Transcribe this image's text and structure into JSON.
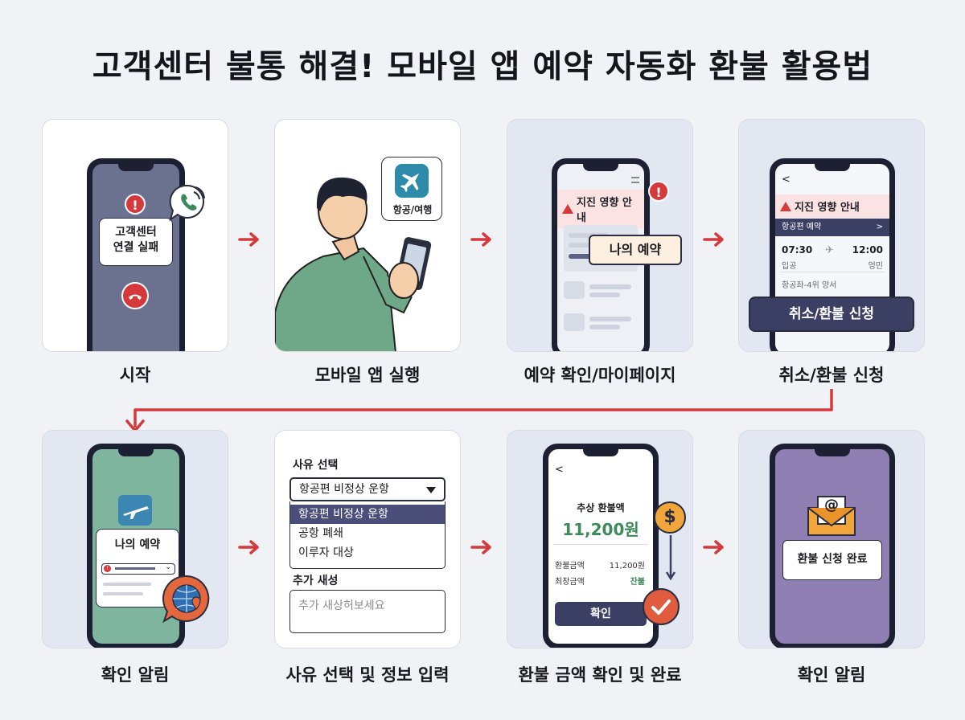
{
  "title": "고객센터 불통 해결! 모바일 앱 예약 자동화 환불 활용법",
  "steps": {
    "s1": {
      "caption": "시작",
      "bubble": "고객센터\n연결 실패",
      "alert": "!"
    },
    "s2": {
      "caption": "모바일 앱 실행",
      "app_label": "항공/여행"
    },
    "s3": {
      "caption": "예약 확인/마이페이지",
      "warn": "지진 영향 안내",
      "popup": "나의 예약",
      "alert": "!"
    },
    "s4": {
      "caption": "취소/환불 신청",
      "back": "<",
      "warn": "지진 영향 안내",
      "flight_label": "항공편 예약",
      "chevron": ">",
      "dep_time": "07:30",
      "arr_time": "12:00",
      "dep_place": "입공",
      "arr_place": "엉민",
      "seat_info": "항공좌-4위 양서",
      "button": "취소/환불 신청"
    },
    "s5": {
      "caption": "확인 알림",
      "card_title": "나의 예약",
      "alert": "!"
    },
    "s6": {
      "caption": "사유 선택 및 정보 입력",
      "reason_label": "사유 선택",
      "selected": "항공편 비정상 운항",
      "options": [
        "항공편 비정상 운항",
        "공항 폐쇄",
        "이루자 대상"
      ],
      "extra_label": "추가 새성",
      "extra_placeholder": "추가 새상허보세요"
    },
    "s7": {
      "caption": "환불 금액 확인 및 완료",
      "back": "<",
      "est_label": "추상 환불액",
      "amount": "11,200원",
      "row1_label": "환불금액",
      "row1_value": "11,200원",
      "row2_label": "최창금액",
      "row2_value": "잔불",
      "button": "확인",
      "coin": "$"
    },
    "s8": {
      "caption": "확인 알림",
      "done": "환불 신청 완료",
      "at": "@"
    }
  },
  "colors": {
    "accent_red": "#d6393b",
    "navy": "#3b3f63",
    "green_screen": "#7fb49e",
    "purple_screen": "#8f7fb3"
  }
}
